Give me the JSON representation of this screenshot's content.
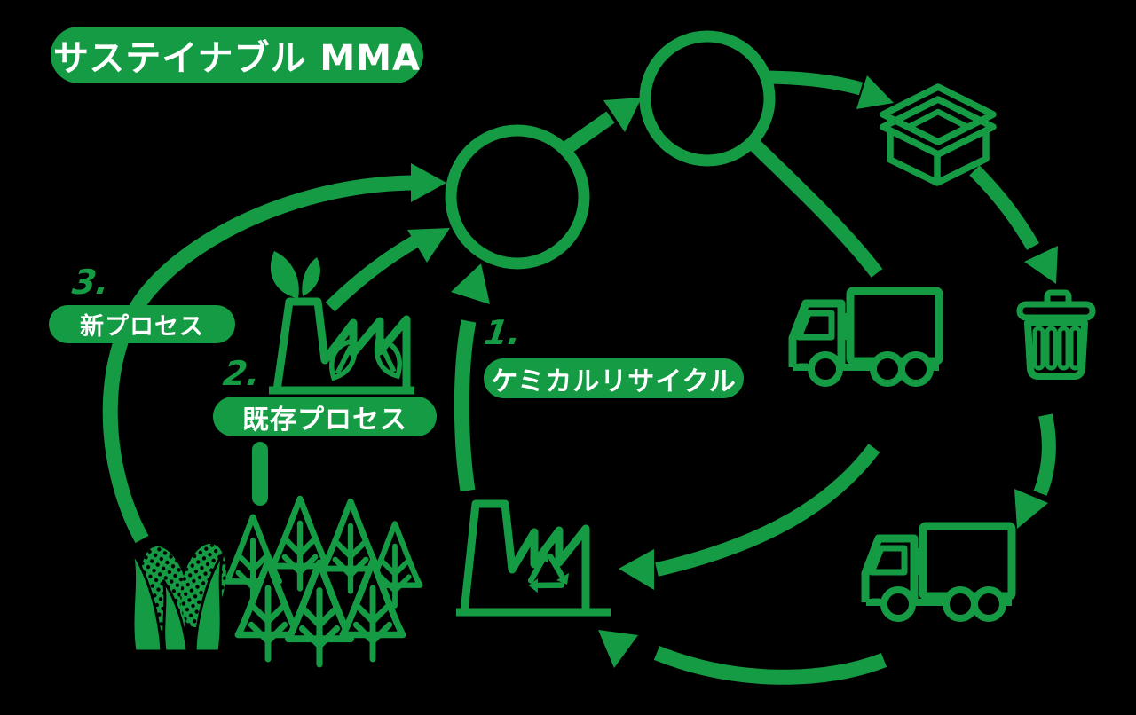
{
  "background_color": "#000000",
  "accent_color": "#169B45",
  "text_color": "#FFFFFF",
  "title": {
    "label": "サステイナブル MMA"
  },
  "steps": [
    {
      "number": "1.",
      "label": "ケミカルリサイクル"
    },
    {
      "number": "2.",
      "label": "既存プロセス"
    },
    {
      "number": "3.",
      "label": "新プロセス"
    }
  ],
  "icons": [
    "monomer-circle",
    "polymer-circle",
    "package-box-icon",
    "trash-icon",
    "truck-upper-icon",
    "truck-lower-icon",
    "bio-factory-icon",
    "recycle-factory-icon",
    "corn-icon",
    "forest-icon",
    "recycle-symbol-icon"
  ]
}
